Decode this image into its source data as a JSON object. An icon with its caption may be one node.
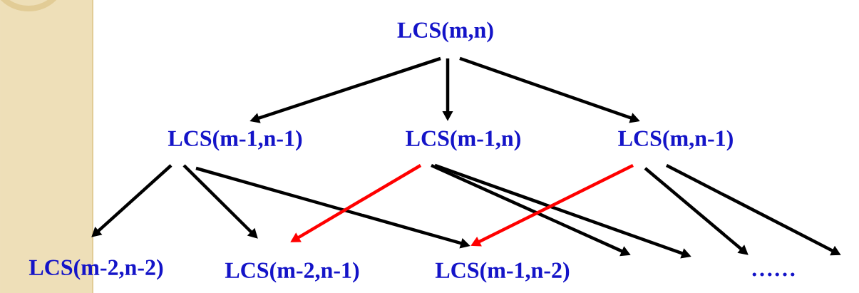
{
  "diagram": {
    "nodes": [
      {
        "text": [
          "LCS(m,n)"
        ]
      },
      {
        "text": [
          "LCS(m-1,n-1)"
        ]
      },
      {
        "text": [
          "LCS(m-1,n)"
        ]
      },
      {
        "text": [
          "LCS(m,n-1)"
        ]
      },
      {
        "text": [
          "LCS(m-2,n-2)"
        ]
      },
      {
        "text": [
          "LCS(m-2,n-1)"
        ]
      },
      {
        "text": [
          "LCS(m-1,n-2)"
        ]
      },
      {
        "text": [
          "……"
        ]
      }
    ],
    "edges": [
      {
        "from": 0,
        "to": 1,
        "arrow": "to"
      },
      {
        "from": 0,
        "to": 2,
        "arrow": "to"
      },
      {
        "from": 0,
        "to": 3,
        "arrow": "to"
      },
      {
        "from": 1,
        "to": 4,
        "arrow": "to"
      },
      {
        "from": 1,
        "to": 5,
        "arrow": "to"
      },
      {
        "from": 1,
        "to": 6,
        "arrow": "to"
      },
      {
        "from": 2,
        "to": 5,
        "arrow": "to",
        "color": "#ff0000"
      },
      {
        "from": 2,
        "to": null,
        "arrow": "to"
      },
      {
        "from": 2,
        "to": null,
        "arrow": "to"
      },
      {
        "from": 3,
        "to": 6,
        "arrow": "to",
        "color": "#ff0000"
      },
      {
        "from": 3,
        "to": null,
        "arrow": "to"
      },
      {
        "from": 3,
        "to": null,
        "arrow": "to"
      }
    ]
  }
}
